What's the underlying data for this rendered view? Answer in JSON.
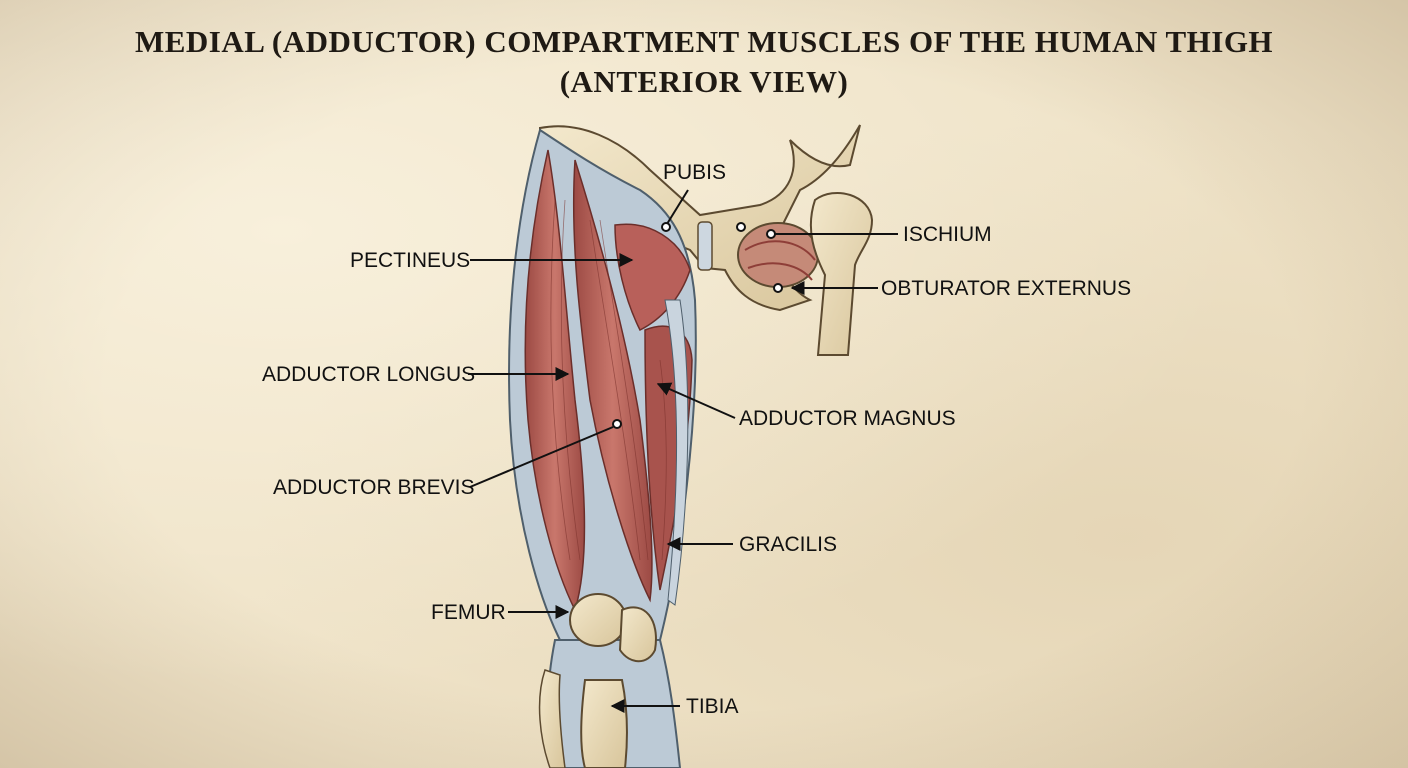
{
  "title_line1": "MEDIAL (ADDUCTOR) COMPARTMENT MUSCLES OF THE HUMAN THIGH",
  "title_line2": "(ANTERIOR VIEW)",
  "labels": {
    "pubis": "PUBIS",
    "pectineus": "PECTINEUS",
    "ischium": "ISCHIUM",
    "obturator_externus": "OBTURATOR EXTERNUS",
    "adductor_longus": "ADDUCTOR LONGUS",
    "adductor_magnus": "ADDUCTOR MAGNUS",
    "adductor_brevis": "ADDUCTOR BREVIS",
    "gracilis": "GRACILIS",
    "femur": "FEMUR",
    "tibia": "TIBIA"
  },
  "colors": {
    "muscle": "#b9645c",
    "muscle_dark": "#8e3e38",
    "fascia": "#b9c7d4",
    "bone": "#e9dcbc",
    "ink": "#1a1a1a"
  }
}
